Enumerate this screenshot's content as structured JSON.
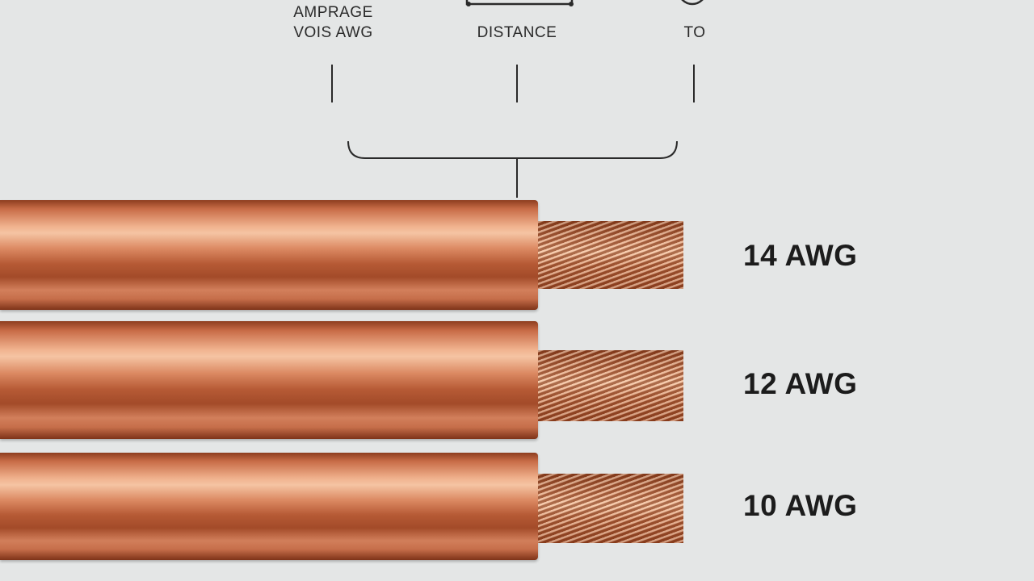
{
  "header": {
    "amperage_line1": "AMPRAGE",
    "amperage_line2": "VOIS AWG",
    "distance": "DISTANCE",
    "to": "TO"
  },
  "wires": [
    {
      "gauge": "14 AWG"
    },
    {
      "gauge": "12 AWG"
    },
    {
      "gauge": "10 AWG"
    }
  ],
  "colors": {
    "background": "#e4e6e6",
    "copper": "#c86c47",
    "line": "#2a2a2a",
    "text": "#1c1c1c"
  }
}
